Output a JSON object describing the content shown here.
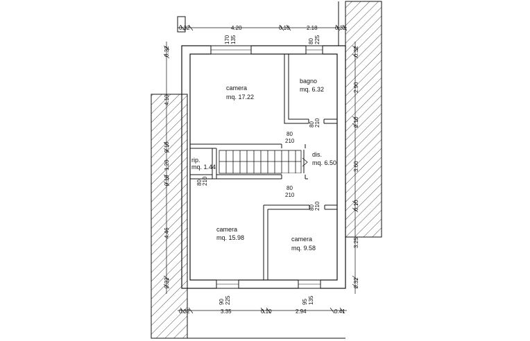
{
  "rooms": {
    "camera_top": {
      "name": "camera",
      "area": "mq. 17.22"
    },
    "bagno": {
      "name": "bagno",
      "area": "mq. 6.32"
    },
    "dis": {
      "name": "dis.",
      "area": "mq. 6.50"
    },
    "rip": {
      "name": "rip.",
      "area": "mq. 1.44"
    },
    "camera_left": {
      "name": "camera",
      "area": "mq. 15.98"
    },
    "camera_right": {
      "name": "camera",
      "area": "mq. 9.58"
    }
  },
  "dimensions": {
    "top": [
      "0.32",
      "4.20",
      "0.10",
      "2.18",
      "0.32"
    ],
    "bottom": [
      "0.32",
      "3.35",
      "0.10",
      "2.94",
      "0.41"
    ],
    "left": [
      "0.32",
      "4.10",
      "0.10",
      "1.20",
      "0.10",
      "4.46",
      "0.32"
    ],
    "right": [
      "0.32",
      "2.90",
      "0.10",
      "3.60",
      "0.10",
      "3.25",
      "0.32"
    ]
  },
  "openings": {
    "win_top_1": [
      "170",
      "135"
    ],
    "win_top_2": [
      "80",
      "225"
    ],
    "door_bagno": [
      "80",
      "210"
    ],
    "door_camera_top": [
      "80",
      "210"
    ],
    "door_rip": [
      "80",
      "210"
    ],
    "door_camera_left": [
      "80",
      "210"
    ],
    "door_camera_right": [
      "80",
      "210"
    ],
    "win_bottom_1": [
      "90",
      "225"
    ],
    "win_bottom_2": [
      "95",
      "135"
    ]
  }
}
